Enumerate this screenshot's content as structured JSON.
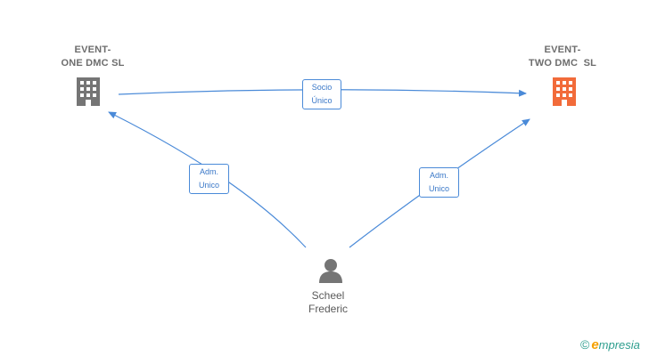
{
  "nodes": {
    "company_one": {
      "line1": "EVENT-",
      "line2": "ONE DMC SL",
      "icon": "building-icon",
      "color": "#757575"
    },
    "company_two": {
      "line1": "EVENT-",
      "line2": "TWO DMC  SL",
      "icon": "building-icon",
      "color": "#f26b3a"
    },
    "person": {
      "line1": "Scheel",
      "line2": "Frederic",
      "icon": "person-icon",
      "color": "#757575"
    }
  },
  "edges": {
    "socio": {
      "line1": "Socio",
      "line2": "Único"
    },
    "adm_left": {
      "line1": "Adm.",
      "line2": "Unico"
    },
    "adm_right": {
      "line1": "Adm.",
      "line2": "Unico"
    }
  },
  "colors": {
    "edge": "#4a8ad8"
  },
  "brand": {
    "copyright": "©",
    "e": "e",
    "rest": "mpresia"
  }
}
